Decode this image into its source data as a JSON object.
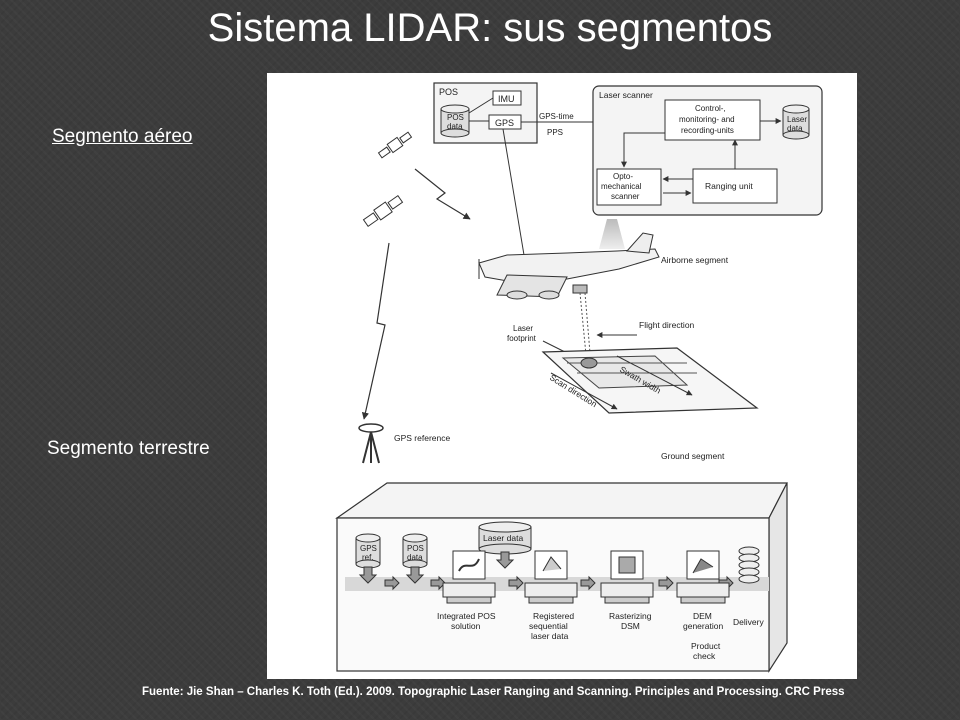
{
  "title": "Sistema LIDAR: sus segmentos",
  "labels": {
    "aereo": "Segmento aéreo",
    "terrestre": "Segmento terrestre"
  },
  "source": "Fuente: Jie Shan – Charles K. Toth (Ed.). 2009. Topographic Laser Ranging and Scanning. Principles and Processing. CRC Press",
  "diagram": {
    "pos": "POS",
    "imu": "IMU",
    "gps": "GPS",
    "pos_data": [
      "POS",
      "data"
    ],
    "gps_time": [
      "GPS-time",
      "PPS"
    ],
    "laser_scanner": "Laser scanner",
    "control_units": [
      "Control-,",
      "monitoring- and",
      "recording-units"
    ],
    "laser_data": [
      "Laser",
      "data"
    ],
    "opto_scanner": [
      "Opto-",
      "mechanical",
      "scanner"
    ],
    "ranging_unit": "Ranging unit",
    "airborne_segment": "Airborne segment",
    "laser_footprint": [
      "Laser",
      "footprint"
    ],
    "flight_direction": "Flight direction",
    "swath_width": "Swath width",
    "scan_direction": "Scan direction",
    "gps_reference": "GPS reference",
    "ground_segment": "Ground segment",
    "gps_ref": [
      "GPS",
      "ref."
    ],
    "ground_pos_data": [
      "POS",
      "data"
    ],
    "ground_laser_data": "Laser data",
    "steps": [
      [
        "Integrated POS",
        "solution"
      ],
      [
        "Registered",
        "sequential",
        "laser data"
      ],
      [
        "Rasterizing",
        "DSM"
      ],
      [
        "DEM",
        "generation"
      ]
    ],
    "product_check": [
      "Product",
      "check"
    ],
    "delivery": "Delivery"
  }
}
